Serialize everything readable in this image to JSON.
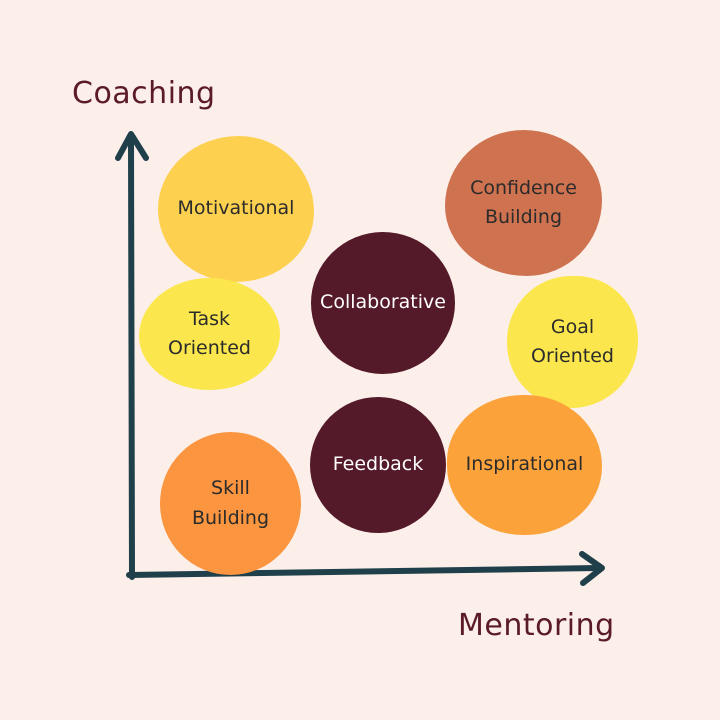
{
  "axes": {
    "y_label": "Coaching",
    "x_label": "Mentoring"
  },
  "bubbles": {
    "motivational": {
      "lines": [
        "Motivational"
      ]
    },
    "confidence_building": {
      "lines": [
        "Confidence",
        "Building"
      ]
    },
    "collaborative": {
      "lines": [
        "Collaborative"
      ]
    },
    "task_oriented": {
      "lines": [
        "Task",
        "Oriented"
      ]
    },
    "goal_oriented": {
      "lines": [
        "Goal",
        "Oriented"
      ]
    },
    "feedback": {
      "lines": [
        "Feedback"
      ]
    },
    "inspirational": {
      "lines": [
        "Inspirational"
      ]
    },
    "skill_building": {
      "lines": [
        "Skill",
        "Building"
      ]
    }
  },
  "colors": {
    "background": "#fcefe9",
    "axis": "#1f3f4a",
    "label_text": "#5a1a28",
    "yellow": "#fdd14f",
    "light_yellow": "#fbe74d",
    "terracotta": "#cf7250",
    "maroon": "#541a29",
    "orange": "#fca23b",
    "deep_orange": "#fb9540"
  }
}
